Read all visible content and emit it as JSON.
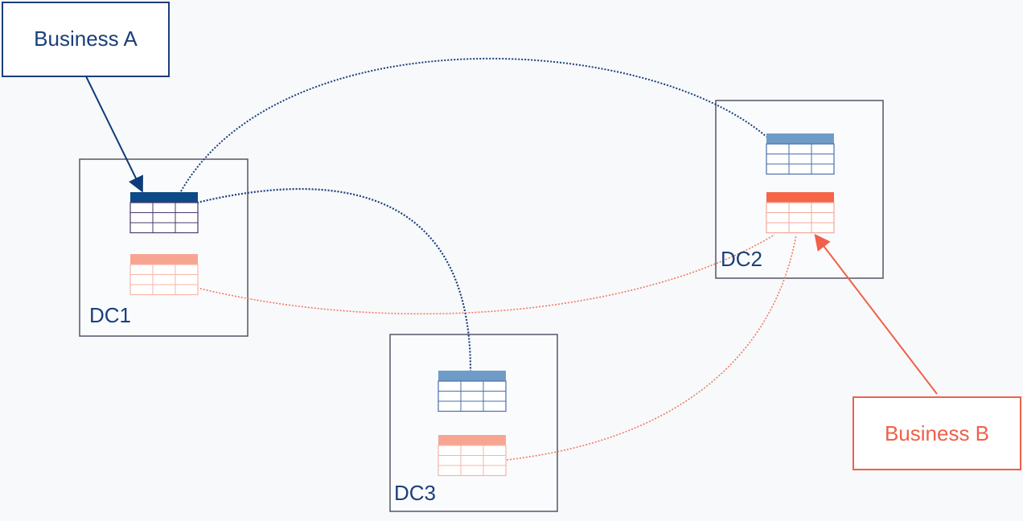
{
  "business_a": {
    "label": "Business A",
    "color": "#1a3f7a"
  },
  "business_b": {
    "label": "Business B",
    "color": "#f0604a"
  },
  "datacenters": [
    {
      "label": "DC1"
    },
    {
      "label": "DC2"
    },
    {
      "label": "DC3"
    }
  ],
  "colors": {
    "blue_active": "#0d4a86",
    "blue_light": "#6f9cc6",
    "red_active": "#f56548",
    "red_light": "#f7a592",
    "box_border": "#555566"
  }
}
